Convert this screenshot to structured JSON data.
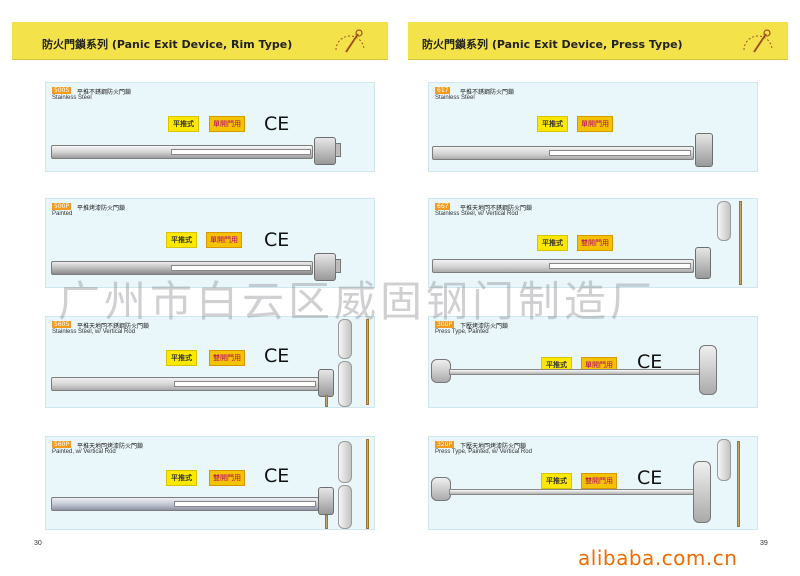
{
  "left_page": {
    "title": "防火門鎖系列 (Panic Exit Device, Rim Type)",
    "page_number": "30",
    "products": [
      {
        "code": "500S",
        "name_cn": "平推不銹鋼防火門鎖",
        "name_en": "Stainless Steel",
        "tag1": "平推式",
        "tag2": "單開門用",
        "mark": "CE"
      },
      {
        "code": "500P",
        "name_cn": "平推烤漆防火門鎖",
        "name_en": "Painted",
        "tag1": "平推式",
        "tag2": "單開門用",
        "mark": "CE"
      },
      {
        "code": "560S",
        "name_cn": "平推天地閂不銹鋼防火門鎖",
        "name_en": "Stainless Steel, w/ Vertical Rod",
        "tag1": "平推式",
        "tag2": "雙開門用",
        "mark": "CE"
      },
      {
        "code": "560P",
        "name_cn": "平推天地閂烤漆防火門鎖",
        "name_en": "Painted, w/ Vertical Rod",
        "tag1": "平推式",
        "tag2": "雙開門用",
        "mark": "CE"
      }
    ]
  },
  "right_page": {
    "title": "防火門鎖系列 (Panic Exit Device, Press Type)",
    "page_number": "39",
    "products": [
      {
        "code": "617",
        "name_cn": "平推不銹鋼防火門鎖",
        "name_en": "Stainless Steel",
        "tag1": "平推式",
        "tag2": "單開門用",
        "mark": ""
      },
      {
        "code": "667",
        "name_cn": "平推天地閂不銹鋼防火門鎖",
        "name_en": "Stainless Steel, w/ Vertical Rod",
        "tag1": "平推式",
        "tag2": "雙開門用",
        "mark": ""
      },
      {
        "code": "300P",
        "name_cn": "下壓烤漆防火門鎖",
        "name_en": "Press Type, Painted",
        "tag1": "平推式",
        "tag2": "單開門用",
        "mark": "CE"
      },
      {
        "code": "320P",
        "name_cn": "下壓天地閂烤漆防火門鎖",
        "name_en": "Press Type, Painted, w/ Vertical Rod",
        "tag1": "平推式",
        "tag2": "雙開門用",
        "mark": "CE"
      }
    ]
  },
  "watermark": "广州市白云区威固钢门制造厂",
  "source_mark": "alibaba.com.cn",
  "colors": {
    "banner": "#f3e24a",
    "panel": "#e9f7fb",
    "code_badge": "#f39b1f",
    "tag_yellow": "#ffe800",
    "tag_orange": "#f5c200",
    "alibaba": "#f26b00"
  }
}
